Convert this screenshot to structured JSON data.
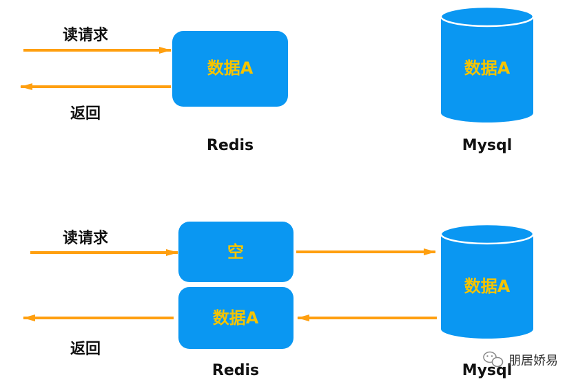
{
  "colors": {
    "node_fill": "#0a97f2",
    "node_text": "#f5c400",
    "arrow": "#ff9f0f",
    "label_text": "#111111"
  },
  "top_flow": {
    "request_label": "读请求",
    "return_label": "返回",
    "cache": {
      "name": "Redis",
      "content": "数据A"
    },
    "database": {
      "name": "Mysql",
      "content": "数据A"
    }
  },
  "bottom_flow": {
    "request_label": "读请求",
    "return_label": "返回",
    "cache": {
      "name": "Redis",
      "empty_content": "空",
      "filled_content": "数据A"
    },
    "database": {
      "name": "Mysql",
      "content": "数据A"
    }
  },
  "watermark": {
    "icon": "wechat-icon",
    "text": "朋居娇易"
  }
}
